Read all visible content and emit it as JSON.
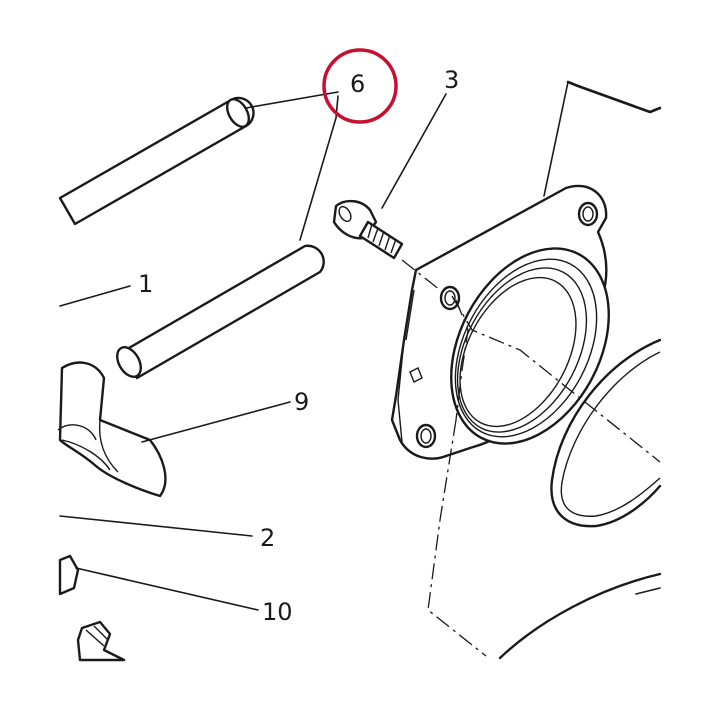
{
  "callouts": [
    {
      "id": "1",
      "text": "1"
    },
    {
      "id": "2",
      "text": "2"
    },
    {
      "id": "3",
      "text": "3"
    },
    {
      "id": "6",
      "text": "6"
    },
    {
      "id": "9",
      "text": "9"
    },
    {
      "id": "10",
      "text": "10"
    }
  ],
  "colors": {
    "ink": "#1a1a1a",
    "highlight": "#c8102e",
    "paper": "#ffffff"
  }
}
